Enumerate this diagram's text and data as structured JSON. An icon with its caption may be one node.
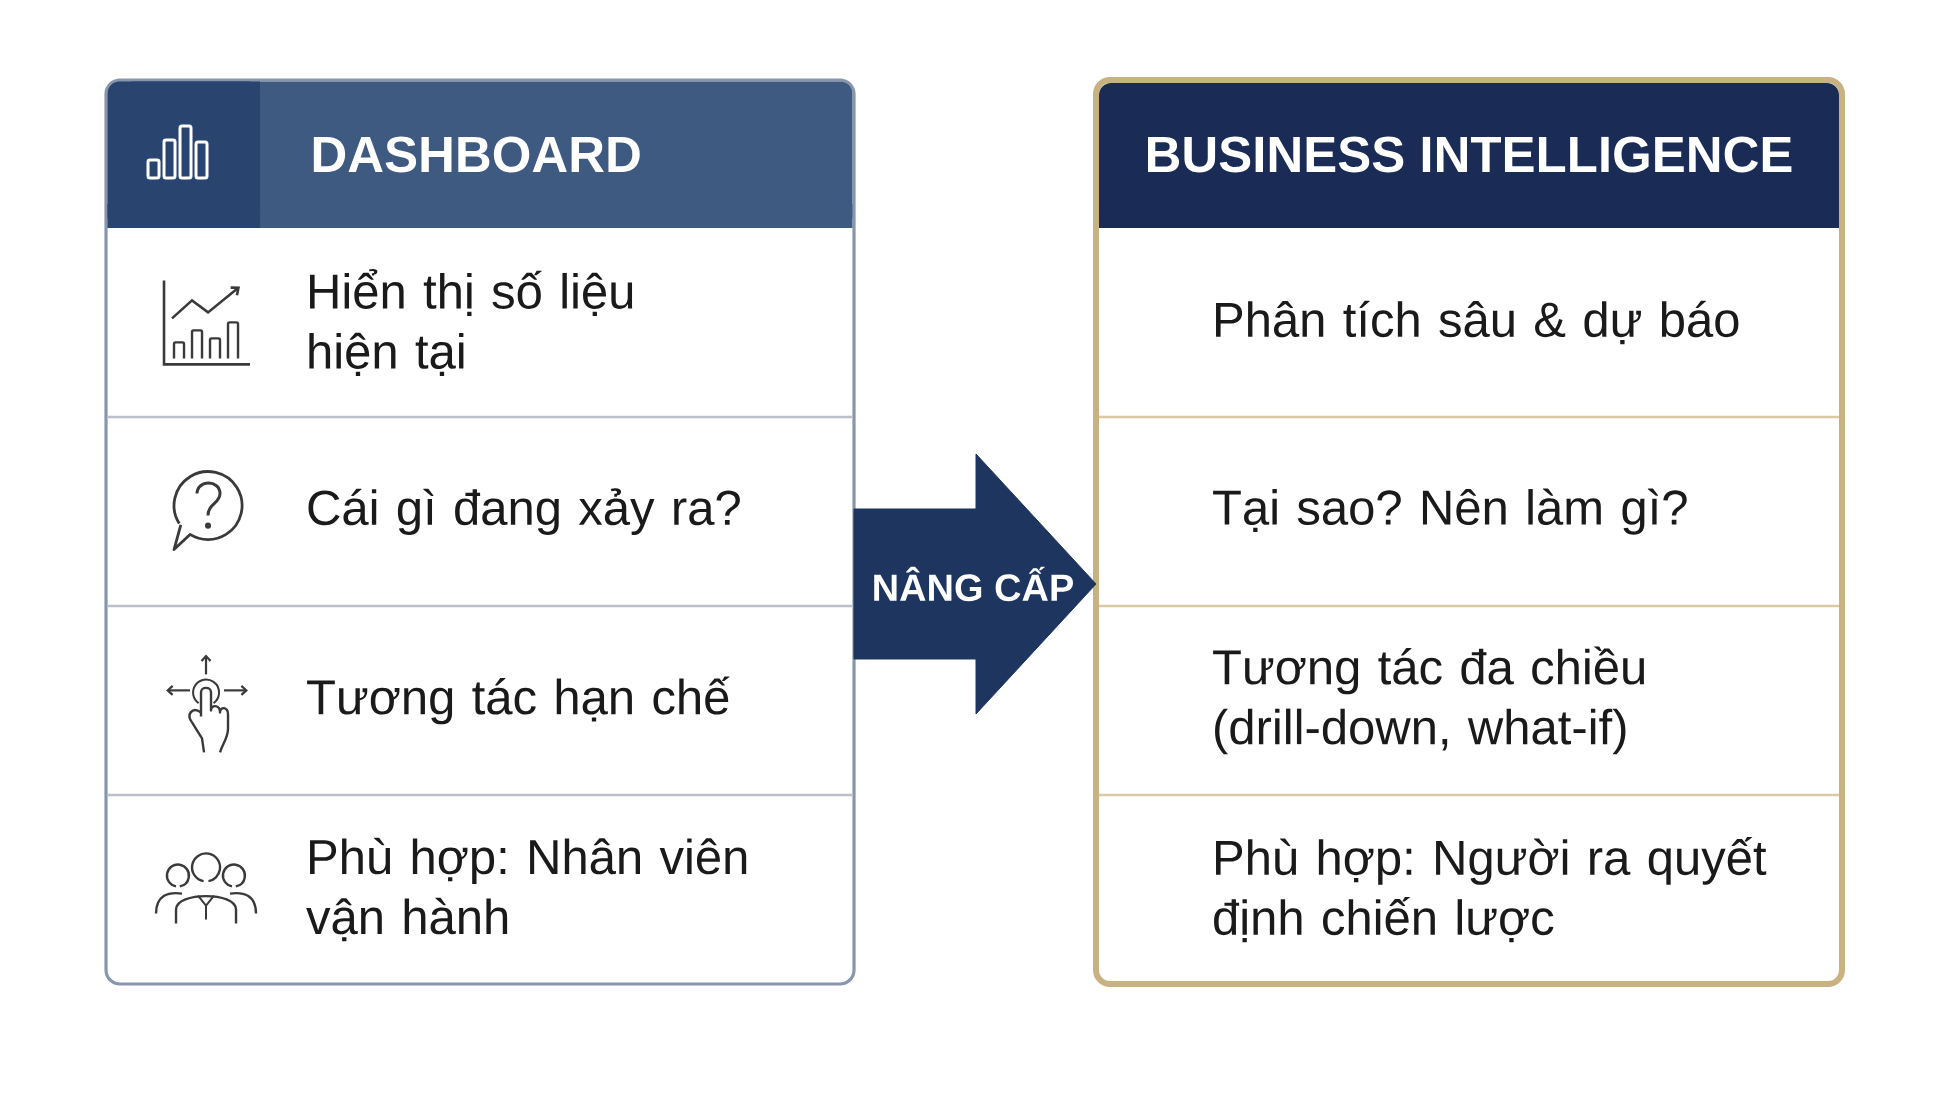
{
  "diagram": {
    "nodes": [
      {
        "text": [
          "DASHBOARD"
        ]
      },
      {
        "text": [
          "Hiển thị số liệu hiện tại"
        ],
        "in": 0
      },
      {
        "text": [
          "Cái gì đang xảy ra?"
        ],
        "in": 0
      },
      {
        "text": [
          "Tương tác hạn chế"
        ],
        "in": 0
      },
      {
        "text": [
          "Phù hợp: Nhân viên vận hành"
        ],
        "in": 0
      },
      {
        "text": [
          "BUSINESS INTELLIGENCE"
        ]
      },
      {
        "text": [
          "Phân tích sâu & dự báo"
        ],
        "in": 5
      },
      {
        "text": [
          "Tại sao? Nên làm gì?"
        ],
        "in": 5
      },
      {
        "text": [
          "Tương tác đa chiều (drill-down, what-if)"
        ],
        "in": 5
      },
      {
        "text": [
          "Phù hợp: Người ra quyết định chiến lược"
        ],
        "in": 5
      }
    ],
    "edges": [
      {
        "from": 0,
        "to": 5,
        "arrow": "to",
        "label": "NÂNG CẤP"
      }
    ]
  }
}
